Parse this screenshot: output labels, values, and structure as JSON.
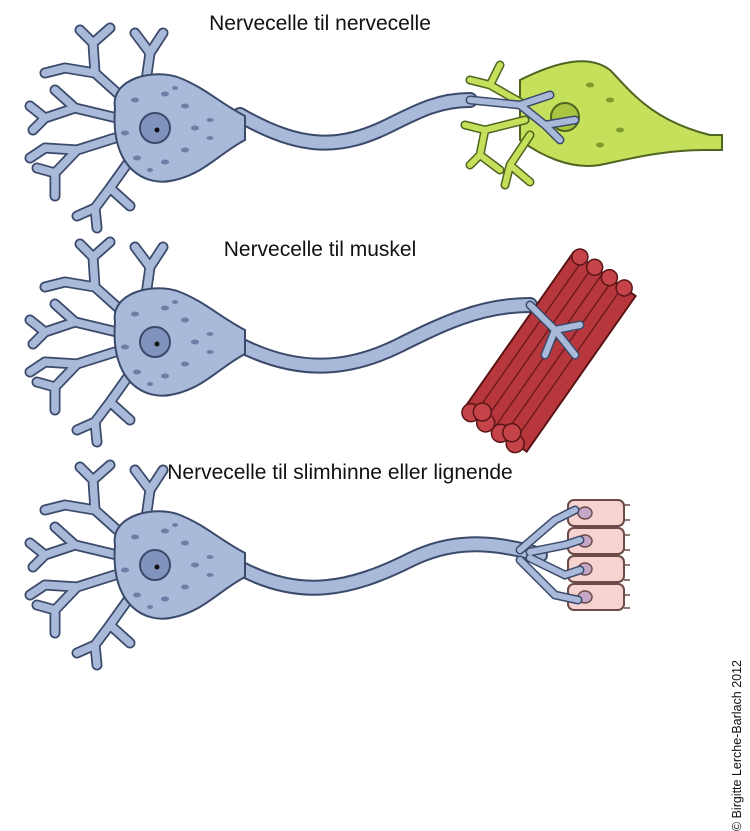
{
  "panels": [
    {
      "title": "Nervecelle til nervecelle",
      "target": "nerve-cell"
    },
    {
      "title": "Nervecelle til muskel",
      "target": "muscle"
    },
    {
      "title": "Nervecelle til slimhinne eller lignende",
      "target": "mucosa-cells"
    }
  ],
  "copyright": "© Birgitte Lerche-Barlach 2012",
  "colors": {
    "neuron_fill": "#a9b9d9",
    "neuron_stroke": "#3b4a6b",
    "green_neuron": "#c5e05a",
    "muscle": "#b7373d",
    "mucosa": "#f6d3d0"
  }
}
